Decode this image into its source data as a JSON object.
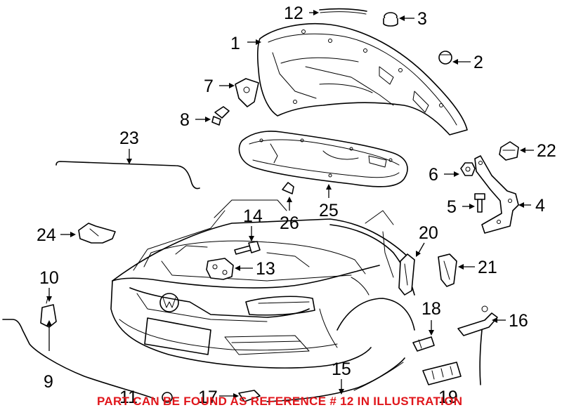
{
  "callouts": {
    "c1": "1",
    "c2": "2",
    "c3": "3",
    "c4": "4",
    "c5": "5",
    "c6": "6",
    "c7": "7",
    "c8": "8",
    "c9": "9",
    "c10": "10",
    "c11": "11",
    "c12": "12",
    "c13": "13",
    "c14": "14",
    "c15": "15",
    "c16": "16",
    "c17": "17",
    "c18": "18",
    "c19": "19",
    "c20": "20",
    "c21": "21",
    "c22": "22",
    "c23": "23",
    "c24": "24",
    "c25": "25",
    "c26": "26"
  },
  "footnote": "PART CAN BE FOUND AS REFERENCE # 12 IN ILLUSTRATION",
  "colors": {
    "line": "#000000",
    "footnote": "#e0161b",
    "background": "#ffffff"
  }
}
